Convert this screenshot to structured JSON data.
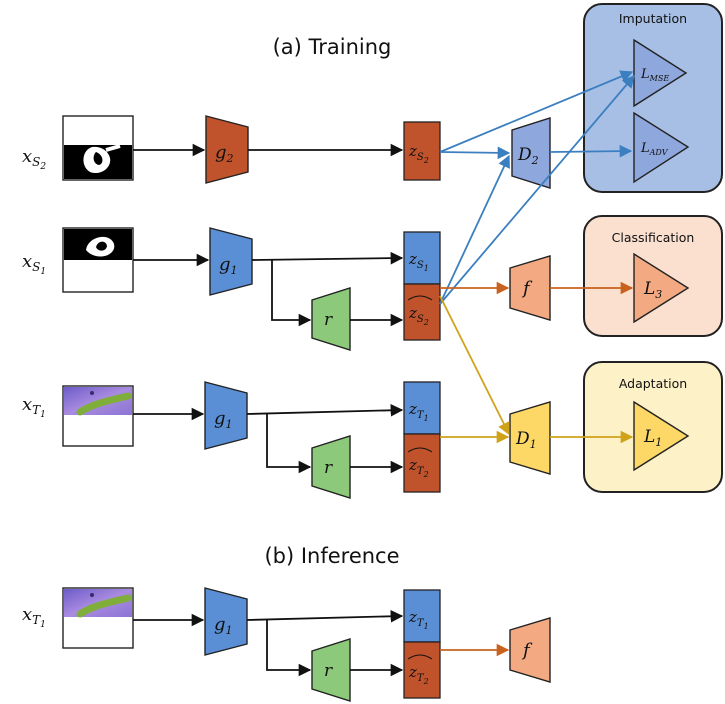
{
  "titles": {
    "training": "(a) Training",
    "inference": "(b) Inference"
  },
  "boxes": {
    "imputation": "Imputation",
    "classification": "Classification",
    "adaptation": "Adaptation"
  },
  "inputs": {
    "s2": {
      "base": "x",
      "sub": "S",
      "subsub": "2"
    },
    "s1": {
      "base": "x",
      "sub": "S",
      "subsub": "1"
    },
    "t1": {
      "base": "x",
      "sub": "T",
      "subsub": "1"
    },
    "t1_inf": {
      "base": "x",
      "sub": "T",
      "subsub": "1"
    }
  },
  "modules": {
    "g2": {
      "base": "g",
      "sub": "2"
    },
    "g1_s": {
      "base": "g",
      "sub": "1"
    },
    "g1_t": {
      "base": "g",
      "sub": "1"
    },
    "g1_inf": {
      "base": "g",
      "sub": "1"
    },
    "r": "r",
    "f": "f",
    "d2": {
      "base": "D",
      "sub": "2"
    },
    "d1": {
      "base": "D",
      "sub": "1"
    }
  },
  "features": {
    "zs2": {
      "base": "z",
      "sub": "S",
      "subsub": "2"
    },
    "zs1": {
      "base": "z",
      "sub": "S",
      "subsub": "1"
    },
    "zs2_hat": {
      "base": "z",
      "sub": "S",
      "subsub": "2"
    },
    "zt1": {
      "base": "z",
      "sub": "T",
      "subsub": "1"
    },
    "zt2_hat": {
      "base": "z",
      "sub": "T",
      "subsub": "2"
    }
  },
  "losses": {
    "mse": {
      "base": "L",
      "sub": "MSE"
    },
    "adv": {
      "base": "L",
      "sub": "ADV"
    },
    "l3": {
      "base": "L",
      "sub": "3"
    },
    "l1": {
      "base": "L",
      "sub": "1"
    }
  },
  "colors": {
    "encoder_blue": "#5a8fd6",
    "feature_red": "#c0532b",
    "decoder_green": "#8cc97a",
    "classifier_orange": "#f3a982",
    "discrim_purple": "#8ea7dd",
    "discrim_yellow": "#fdd866",
    "imputation_bg": "#a7bfe4",
    "classification_bg": "#fbe0d0",
    "adaptation_bg": "#fdf1c8",
    "arrow_blue": "#3b7fc0",
    "arrow_orange": "#c8621e",
    "arrow_gold": "#cfa21a"
  }
}
